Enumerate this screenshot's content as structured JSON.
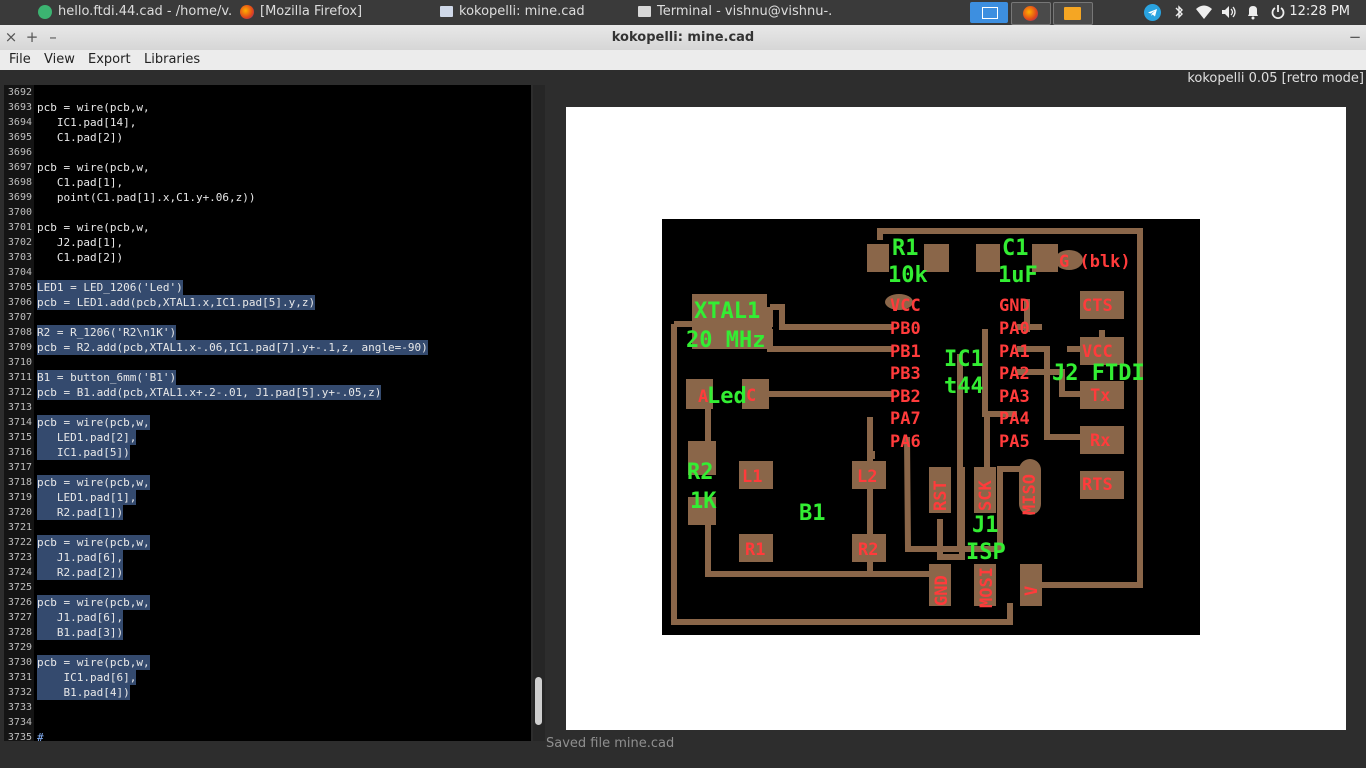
{
  "taskbar": {
    "tasks": [
      {
        "label": "hello.ftdi.44.cad - /home/v..."
      },
      {
        "label": "[Mozilla Firefox]"
      },
      {
        "label": "kokopelli:  mine.cad"
      },
      {
        "label": "Terminal - vishnu@vishnu-..."
      }
    ],
    "clock": "12:28 PM",
    "tray_icons": [
      "telegram-icon",
      "bluetooth-icon",
      "wifi-icon",
      "volume-icon",
      "notification-icon",
      "power-icon"
    ]
  },
  "window": {
    "title": "kokopelli:  mine.cad"
  },
  "menu": {
    "items": [
      "File",
      "View",
      "Export",
      "Libraries"
    ]
  },
  "version": "kokopelli 0.05 [retro mode]",
  "editor": {
    "lines": [
      {
        "n": "3692",
        "t": "",
        "sel": false
      },
      {
        "n": "3693",
        "t": "pcb = wire(pcb,w,",
        "sel": false
      },
      {
        "n": "3694",
        "t": "   IC1.pad[14],",
        "sel": false
      },
      {
        "n": "3695",
        "t": "   C1.pad[2])",
        "sel": false
      },
      {
        "n": "3696",
        "t": "",
        "sel": false
      },
      {
        "n": "3697",
        "t": "pcb = wire(pcb,w,",
        "sel": false
      },
      {
        "n": "3698",
        "t": "   C1.pad[1],",
        "sel": false
      },
      {
        "n": "3699",
        "t": "   point(C1.pad[1].x,C1.y+.06,z))",
        "sel": false
      },
      {
        "n": "3700",
        "t": "",
        "sel": false
      },
      {
        "n": "3701",
        "t": "pcb = wire(pcb,w,",
        "sel": false
      },
      {
        "n": "3702",
        "t": "   J2.pad[1],",
        "sel": false
      },
      {
        "n": "3703",
        "t": "   C1.pad[2])",
        "sel": false
      },
      {
        "n": "3704",
        "t": "",
        "sel": false
      },
      {
        "n": "3705",
        "t": "LED1 = LED_1206('Led')",
        "sel": true
      },
      {
        "n": "3706",
        "t": "pcb = LED1.add(pcb,XTAL1.x,IC1.pad[5].y,z)",
        "sel": true
      },
      {
        "n": "3707",
        "t": "",
        "sel": true
      },
      {
        "n": "3708",
        "t": "R2 = R_1206('R2\\n1K')",
        "sel": true
      },
      {
        "n": "3709",
        "t": "pcb = R2.add(pcb,XTAL1.x-.06,IC1.pad[7].y+-.1,z, angle=-90)",
        "sel": true
      },
      {
        "n": "3710",
        "t": "",
        "sel": true
      },
      {
        "n": "3711",
        "t": "B1 = button_6mm('B1')",
        "sel": true
      },
      {
        "n": "3712",
        "t": "pcb = B1.add(pcb,XTAL1.x+.2-.01, J1.pad[5].y+-.05,z)",
        "sel": true
      },
      {
        "n": "3713",
        "t": "",
        "sel": true
      },
      {
        "n": "3714",
        "t": "pcb = wire(pcb,w,",
        "sel": true
      },
      {
        "n": "3715",
        "t": "   LED1.pad[2],",
        "sel": true
      },
      {
        "n": "3716",
        "t": "   IC1.pad[5])",
        "sel": true
      },
      {
        "n": "3717",
        "t": "",
        "sel": true
      },
      {
        "n": "3718",
        "t": "pcb = wire(pcb,w,",
        "sel": true
      },
      {
        "n": "3719",
        "t": "   LED1.pad[1],",
        "sel": true
      },
      {
        "n": "3720",
        "t": "   R2.pad[1])",
        "sel": true
      },
      {
        "n": "3721",
        "t": "",
        "sel": true
      },
      {
        "n": "3722",
        "t": "pcb = wire(pcb,w,",
        "sel": true
      },
      {
        "n": "3723",
        "t": "   J1.pad[6],",
        "sel": true
      },
      {
        "n": "3724",
        "t": "   R2.pad[2])",
        "sel": true
      },
      {
        "n": "3725",
        "t": "",
        "sel": true
      },
      {
        "n": "3726",
        "t": "pcb = wire(pcb,w,",
        "sel": true
      },
      {
        "n": "3727",
        "t": "   J1.pad[6],",
        "sel": true
      },
      {
        "n": "3728",
        "t": "   B1.pad[3])",
        "sel": true
      },
      {
        "n": "3729",
        "t": "",
        "sel": true
      },
      {
        "n": "3730",
        "t": "pcb = wire(pcb,w,",
        "sel": true
      },
      {
        "n": "3731",
        "t": "    IC1.pad[6],",
        "sel": true
      },
      {
        "n": "3732",
        "t": "    B1.pad[4])",
        "sel": true
      },
      {
        "n": "3733",
        "t": "",
        "sel": false
      },
      {
        "n": "3734",
        "t": "",
        "sel": false
      },
      {
        "n": "3735",
        "t": "#",
        "sel": false
      }
    ]
  },
  "pcb": {
    "colors": {
      "board": "#000000",
      "trace": "#8a6649",
      "pad": "#8a6649",
      "pad_label": "#ff3b3b",
      "part_label": "#33ee33"
    },
    "part_labels": [
      "R1",
      "10k",
      "C1",
      "1uF",
      "XTAL1",
      "20 MHz",
      "IC1",
      "t44",
      "J2 FTDI",
      "Led",
      "R2",
      "1K",
      "B1",
      "J1",
      "ISP"
    ],
    "pad_labels": [
      "G (blk)",
      "VCC",
      "PB0",
      "PB1",
      "PB3",
      "PB2",
      "PA7",
      "PA6",
      "GND",
      "PA0",
      "PA1",
      "PA2",
      "PA3",
      "PA4",
      "PA5",
      "CTS",
      "VCC",
      "Tx",
      "Rx",
      "RTS",
      "A",
      "C",
      "L1",
      "L2",
      "R1",
      "R2",
      "RST",
      "SCK",
      "MISO",
      "GND",
      "MOSI",
      "V"
    ]
  },
  "status": "Saved file mine.cad"
}
